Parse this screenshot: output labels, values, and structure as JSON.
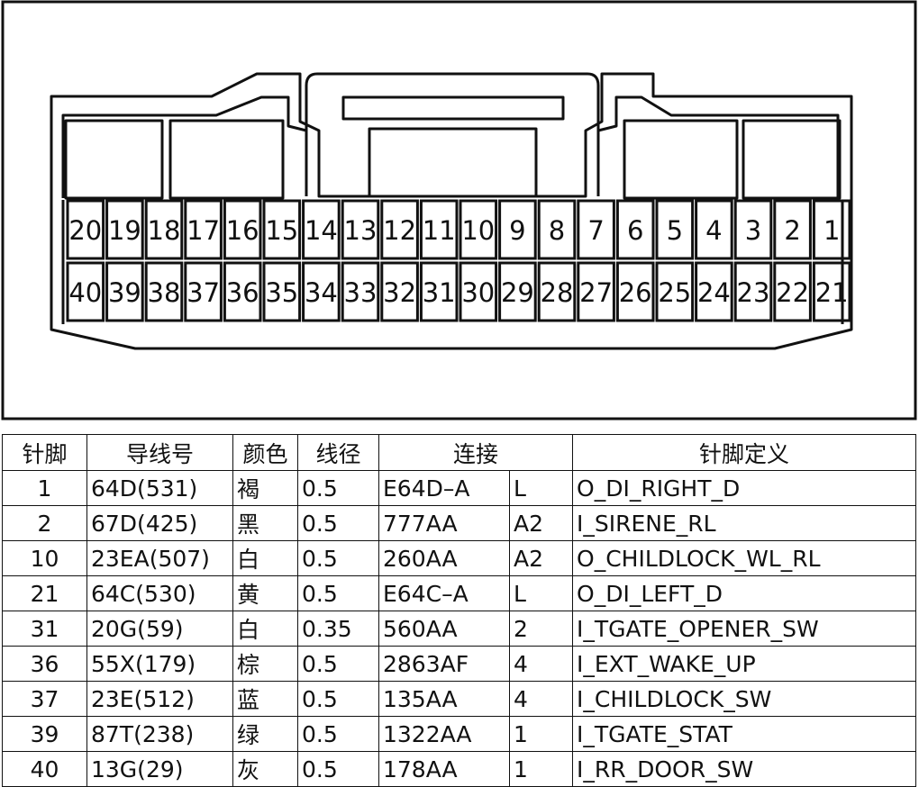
{
  "connector": {
    "top_row_pins": [
      "20",
      "19",
      "18",
      "17",
      "16",
      "15",
      "14",
      "13",
      "12",
      "11",
      "10",
      "9",
      "8",
      "7",
      "6",
      "5",
      "4",
      "3",
      "2",
      "1"
    ],
    "bottom_row_pins": [
      "40",
      "39",
      "38",
      "37",
      "36",
      "35",
      "34",
      "33",
      "32",
      "31",
      "30",
      "29",
      "28",
      "27",
      "26",
      "25",
      "24",
      "23",
      "22",
      "21"
    ]
  },
  "table": {
    "headers": [
      "针脚",
      "导线号",
      "颜色",
      "线径",
      "连接",
      "针脚定义"
    ],
    "rows": [
      {
        "pin": "1",
        "wire": "64D(531)",
        "color": "褐",
        "gauge": "0.5",
        "conn": "E64D–A",
        "conn_pin": "L",
        "def": "O_DI_RIGHT_D"
      },
      {
        "pin": "2",
        "wire": "67D(425)",
        "color": "黑",
        "gauge": "0.5",
        "conn": "777AA",
        "conn_pin": "A2",
        "def": "I_SIRENE_RL"
      },
      {
        "pin": "10",
        "wire": "23EA(507)",
        "color": "白",
        "gauge": "0.5",
        "conn": "260AA",
        "conn_pin": "A2",
        "def": "O_CHILDLOCK_WL_RL"
      },
      {
        "pin": "21",
        "wire": "64C(530)",
        "color": "黄",
        "gauge": "0.5",
        "conn": "E64C–A",
        "conn_pin": "L",
        "def": "O_DI_LEFT_D"
      },
      {
        "pin": "31",
        "wire": "20G(59)",
        "color": "白",
        "gauge": "0.35",
        "conn": "560AA",
        "conn_pin": "2",
        "def": "I_TGATE_OPENER_SW"
      },
      {
        "pin": "36",
        "wire": "55X(179)",
        "color": "棕",
        "gauge": "0.5",
        "conn": "2863AF",
        "conn_pin": "4",
        "def": "I_EXT_WAKE_UP"
      },
      {
        "pin": "37",
        "wire": "23E(512)",
        "color": "蓝",
        "gauge": "0.5",
        "conn": "135AA",
        "conn_pin": "4",
        "def": "I_CHILDLOCK_SW"
      },
      {
        "pin": "39",
        "wire": "87T(238)",
        "color": "绿",
        "gauge": "0.5",
        "conn": "1322AA",
        "conn_pin": "1",
        "def": "I_TGATE_STAT"
      },
      {
        "pin": "40",
        "wire": "13G(29)",
        "color": "灰",
        "gauge": "0.5",
        "conn": "178AA",
        "conn_pin": "1",
        "def": "I_RR_DOOR_SW"
      }
    ]
  }
}
